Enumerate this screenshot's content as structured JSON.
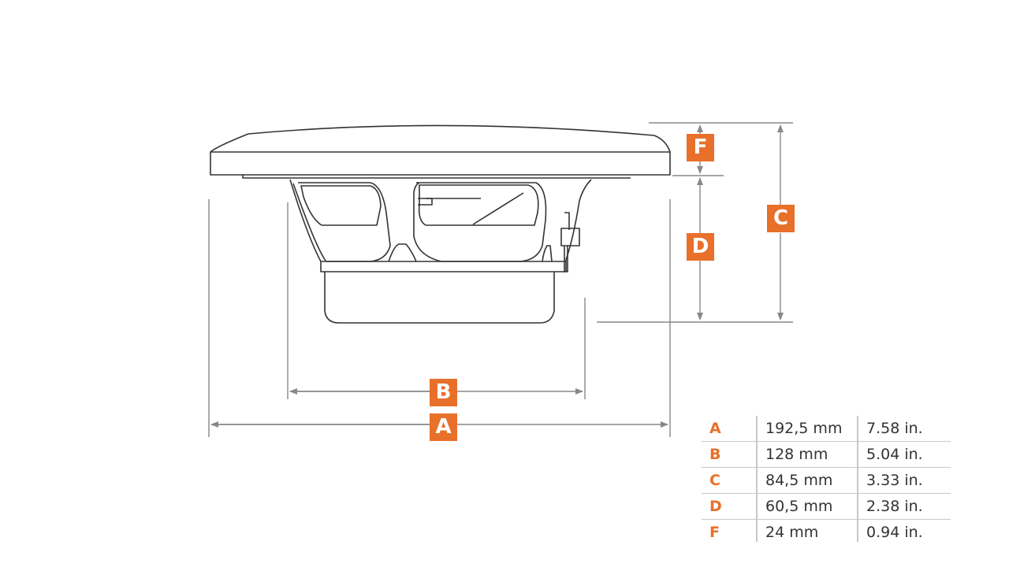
{
  "labels": {
    "A": "A",
    "B": "B",
    "C": "C",
    "D": "D",
    "F": "F"
  },
  "accent_color": "#e8702a",
  "table": {
    "rows": [
      {
        "key": "A",
        "mm": "192,5 mm",
        "in": "7.58 in."
      },
      {
        "key": "B",
        "mm": "128 mm",
        "in": "5.04 in."
      },
      {
        "key": "C",
        "mm": "84,5 mm",
        "in": "3.33 in."
      },
      {
        "key": "D",
        "mm": "60,5 mm",
        "in": "2.38 in."
      },
      {
        "key": "F",
        "mm": "24 mm",
        "in": "0.94 in."
      }
    ]
  }
}
